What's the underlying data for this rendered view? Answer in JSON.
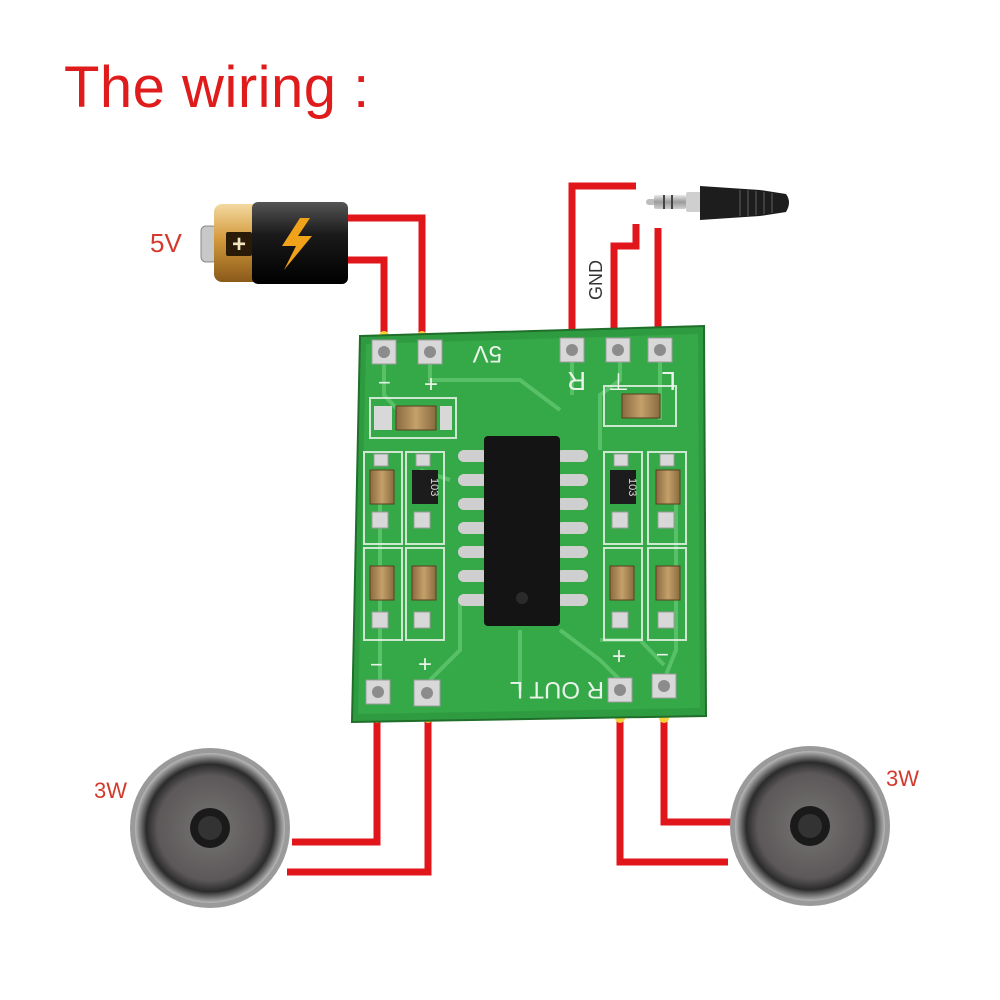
{
  "title": "The wiring :",
  "battery": {
    "label": "5V"
  },
  "jack": {
    "gnd_label": "GND"
  },
  "board": {
    "top_labels": {
      "minus": "−",
      "plus": "+",
      "power": "5V",
      "right": "R",
      "gnd": "⊥",
      "left": "L"
    },
    "bottom_labels": {
      "minus_r": "−",
      "plus_r": "+",
      "out": "R OUT L",
      "plus_l": "+",
      "minus_l": "−"
    },
    "resistor_code": "103"
  },
  "speakers": {
    "left_label": "3W",
    "right_label": "3W"
  },
  "colors": {
    "wire": "#e0161b",
    "board": "#2e9a3e",
    "title": "#e01b1b",
    "label": "#d43a2c"
  }
}
